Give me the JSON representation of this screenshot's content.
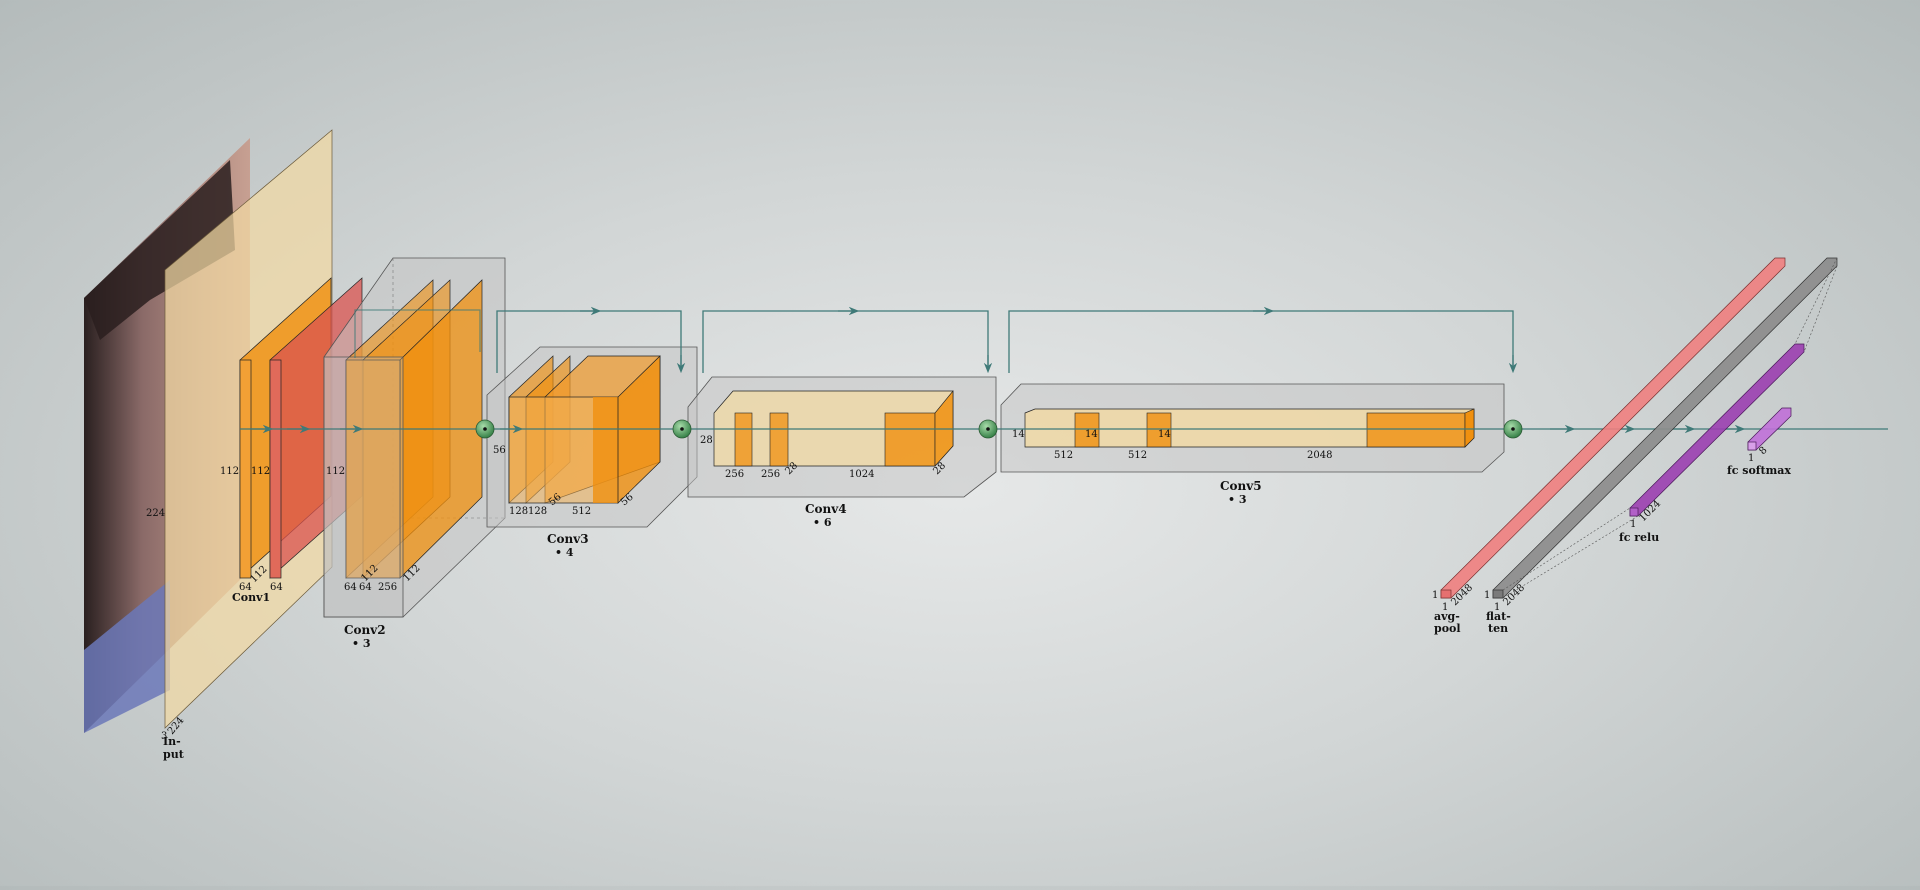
{
  "diagram": {
    "input": {
      "label_line1": "In-",
      "label_line2": "put",
      "dims": [
        "224",
        "224",
        "3"
      ]
    },
    "conv1": {
      "label": "Conv1",
      "dims": [
        "112",
        "112",
        "64",
        "112",
        "64"
      ]
    },
    "conv2": {
      "label": "Conv2",
      "repeat": "•  3",
      "dims": [
        "112",
        "64",
        "64",
        "256",
        "112",
        "112"
      ]
    },
    "conv3": {
      "label": "Conv3",
      "repeat": "•  4",
      "dims": [
        "56",
        "128",
        "128",
        "56",
        "512",
        "56"
      ]
    },
    "conv4": {
      "label": "Conv4",
      "repeat": "•  6",
      "dims": [
        "28",
        "256",
        "256",
        "28",
        "1024",
        "28"
      ]
    },
    "conv5": {
      "label": "Conv5",
      "repeat": "•  3",
      "dims": [
        "14",
        "512",
        "14",
        "512",
        "14",
        "2048"
      ]
    },
    "avgpool": {
      "label_line1": "avg-",
      "label_line2": "pool",
      "dims": [
        "1",
        "1",
        "2048"
      ]
    },
    "flatten": {
      "label_line1": "flat-",
      "label_line2": "ten",
      "dims": [
        "1",
        "1",
        "2048"
      ]
    },
    "fc_relu": {
      "label": "fc relu",
      "dims": [
        "1",
        "1024"
      ]
    },
    "fc_softmax": {
      "label": "fc softmax",
      "dims": [
        "1",
        "8"
      ]
    }
  },
  "colors": {
    "conv_orange": "#f0900f",
    "conv_pale": "#f2d9a3",
    "relu_red": "#d9534f",
    "pool_pink": "#f08080",
    "flatten_gray": "#8c8c8c",
    "fc_purple": "#9b3fb0",
    "block_gray": "#c4c4c4",
    "connection_teal": "#3f7a78",
    "sum_node_green": "#4a9a5a"
  },
  "icons": {
    "input_image": "face-photo",
    "sum_node": "green-circle-dot"
  }
}
